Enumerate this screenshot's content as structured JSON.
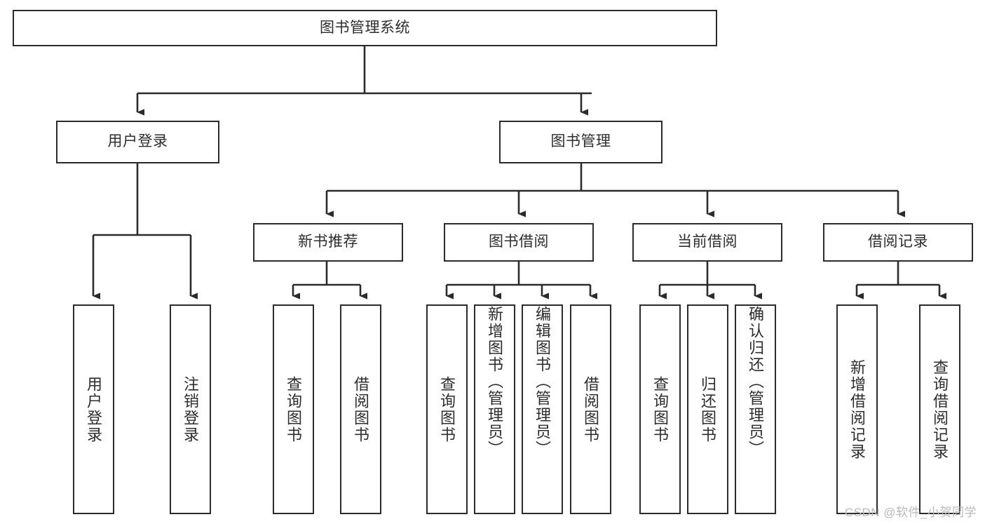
{
  "diagram": {
    "title": "图书管理系统",
    "type": "hierarchy-tree",
    "orientation": "top-down",
    "colors": {
      "box_border": "#2b2b2b",
      "box_fill": "#ffffff",
      "connector": "#2b2b2b",
      "text": "#2d2d2d",
      "background": "#ffffff",
      "watermark": "#b9b9b9"
    },
    "levels": {
      "level1": [
        {
          "id": "root",
          "label": "图书管理系统"
        }
      ],
      "level2": [
        {
          "id": "user-login",
          "label": "用户登录"
        },
        {
          "id": "book-management",
          "label": "图书管理"
        }
      ],
      "level3": [
        {
          "id": "new-book-recommend",
          "label": "新书推荐"
        },
        {
          "id": "book-borrow",
          "label": "图书借阅"
        },
        {
          "id": "current-borrow",
          "label": "当前借阅"
        },
        {
          "id": "borrow-record",
          "label": "借阅记录"
        }
      ],
      "level4": [
        {
          "id": "leaf-user-login",
          "label": "用户登录",
          "parent": "user-login"
        },
        {
          "id": "leaf-logout-login",
          "label": "注销登录",
          "parent": "user-login"
        },
        {
          "id": "leaf-query-book-1",
          "label": "查询图书",
          "parent": "new-book-recommend"
        },
        {
          "id": "leaf-borrow-book-1",
          "label": "借阅图书",
          "parent": "new-book-recommend"
        },
        {
          "id": "leaf-query-book-2",
          "label": "查询图书",
          "parent": "book-borrow"
        },
        {
          "id": "leaf-add-book",
          "label": "新增图书（管理员）",
          "parent": "book-borrow"
        },
        {
          "id": "leaf-edit-book",
          "label": "编辑图书（管理员）",
          "parent": "book-borrow"
        },
        {
          "id": "leaf-borrow-book-2",
          "label": "借阅图书",
          "parent": "book-borrow"
        },
        {
          "id": "leaf-query-book-3",
          "label": "查询图书",
          "parent": "current-borrow"
        },
        {
          "id": "leaf-return-book",
          "label": "归还图书",
          "parent": "current-borrow"
        },
        {
          "id": "leaf-confirm-return",
          "label": "确认归还（管理员）",
          "parent": "current-borrow"
        },
        {
          "id": "leaf-add-record",
          "label": "新增借阅记录",
          "parent": "borrow-record"
        },
        {
          "id": "leaf-query-record",
          "label": "查询借阅记录",
          "parent": "borrow-record"
        }
      ]
    }
  },
  "watermark": {
    "text": "CSDN @软件_小贺同学"
  }
}
